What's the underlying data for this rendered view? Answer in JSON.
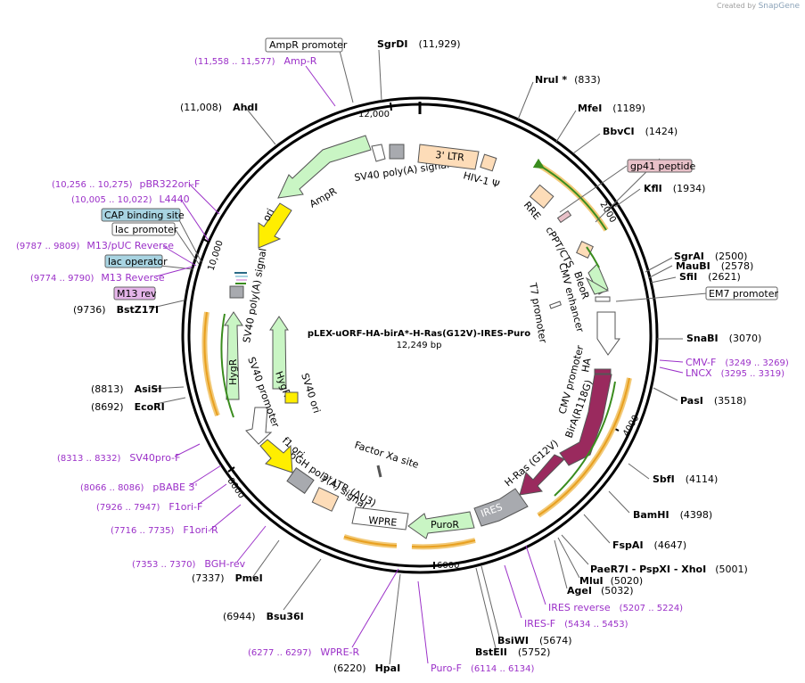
{
  "credit": {
    "prefix": "Created by",
    "brand": "SnapGene"
  },
  "plasmid": {
    "name": "pLEX-uORF-HA-birA*-H-Ras(G12V)-IRES-Puro",
    "length": "12,249 bp"
  },
  "ticks": [
    "2000",
    "4000",
    "6000",
    "8000",
    "10,000",
    "12,000"
  ],
  "sites": [
    {
      "name": "SgrDI",
      "pos": "(11,929)"
    },
    {
      "name": "NruI *",
      "pos": "(833)"
    },
    {
      "name": "MfeI",
      "pos": "(1189)"
    },
    {
      "name": "BbvCI",
      "pos": "(1424)"
    },
    {
      "name": "KflI",
      "pos": "(1934)"
    },
    {
      "name": "SgrAI",
      "pos": "(2500)"
    },
    {
      "name": "MauBI",
      "pos": "(2578)"
    },
    {
      "name": "SfiI",
      "pos": "(2621)"
    },
    {
      "name": "SnaBI",
      "pos": "(3070)"
    },
    {
      "name": "PasI",
      "pos": "(3518)"
    },
    {
      "name": "SbfI",
      "pos": "(4114)"
    },
    {
      "name": "BamHI",
      "pos": "(4398)"
    },
    {
      "name": "FspAI",
      "pos": "(4647)"
    },
    {
      "name": "PaeR7I",
      "pos": ""
    },
    {
      "name": "PspXI",
      "pos": ""
    },
    {
      "name": "XhoI",
      "pos": "(5001)"
    },
    {
      "name": "MluI",
      "pos": "(5020)"
    },
    {
      "name": "AgeI",
      "pos": "(5032)"
    },
    {
      "name": "BsiWI",
      "pos": "(5674)"
    },
    {
      "name": "BstEII",
      "pos": "(5752)"
    },
    {
      "name": "HpaI",
      "pos": "(6220)"
    },
    {
      "name": "Bsu36I",
      "pos": "(6944)"
    },
    {
      "name": "PmeI",
      "pos": "(7337)"
    },
    {
      "name": "EcoRI",
      "pos": "(8692)"
    },
    {
      "name": "AsiSI",
      "pos": "(8813)"
    },
    {
      "name": "BstZ17I",
      "pos": "(9736)"
    },
    {
      "name": "AhdI",
      "pos": "(11,008)"
    }
  ],
  "primers": [
    {
      "name": "Amp-R",
      "range": "(11,558 .. 11,577)"
    },
    {
      "name": "pBR322ori-F",
      "range": "(10,256 .. 10,275)"
    },
    {
      "name": "L4440",
      "range": "(10,005 .. 10,022)"
    },
    {
      "name": "M13/pUC Reverse",
      "range": "(9787 .. 9809)"
    },
    {
      "name": "M13 Reverse",
      "range": "(9774 .. 9790)"
    },
    {
      "name": "CMV-F",
      "range": "(3249 .. 3269)"
    },
    {
      "name": "LNCX",
      "range": "(3295 .. 3319)"
    },
    {
      "name": "IRES reverse",
      "range": "(5207 .. 5224)"
    },
    {
      "name": "IRES-F",
      "range": "(5434 .. 5453)"
    },
    {
      "name": "Puro-F",
      "range": "(6114 .. 6134)"
    },
    {
      "name": "WPRE-R",
      "range": "(6277 .. 6297)"
    },
    {
      "name": "BGH-rev",
      "range": "(7353 .. 7370)"
    },
    {
      "name": "F1ori-R",
      "range": "(7716 .. 7735)"
    },
    {
      "name": "F1ori-F",
      "range": "(7926 .. 7947)"
    },
    {
      "name": "pBABE 3'",
      "range": "(8066 .. 8086)"
    },
    {
      "name": "SV40pro-F",
      "range": "(8313 .. 8332)"
    }
  ],
  "boxed_labels": {
    "ampr_promoter": "AmpR promoter",
    "gp41": "gp41 peptide",
    "em7": "EM7 promoter",
    "cap": "CAP binding site",
    "lac_promoter": "lac promoter",
    "lac_operator": "lac operator",
    "m13rev": "M13 rev"
  },
  "features": {
    "ltr3": "3' LTR",
    "hiv": "HIV-1 Ψ",
    "rre": "RRE",
    "cppt": "cPPT/CTS",
    "bleor": "BleoR",
    "cmv_enh": "CMV enhancer",
    "t7": "T7 promoter",
    "cmv_prom": "CMV promoter",
    "ha": "HA",
    "bira": "BirA(R118G)",
    "hras": "H-Ras (G12V)",
    "ires": "IRES",
    "puror": "PuroR",
    "wpre": "WPRE",
    "ltr3du3": "3' LTR (ΔU3)",
    "factorxa": "Factor Xa site",
    "bgh": "bGH poly(A) signal",
    "f1": "f1 ori",
    "sv40prom": "SV40 promoter",
    "hygr_out": "HygR",
    "hygr_in": "HygR",
    "sv40ori": "SV40 ori",
    "sv40pa_left": "SV40 poly(A) signal",
    "ori": "ori",
    "ampr": "AmpR",
    "sv40pa_top": "SV40 poly(A) signal"
  },
  "colors": {
    "ring": "#000000",
    "primer": "#9b30c8",
    "orf_green": "#c9f5c4",
    "orf_magenta": "#9a2a5e",
    "ori_yellow": "#ffee00",
    "ltr_peach": "#fddcb8",
    "grey_box": "#a8aaaf",
    "orange_halo": "#e8a020",
    "dark_green": "#3a8c1e",
    "cap_fill": "#a8d4e2",
    "m13_fill": "#e4b4e8",
    "gp41_fill": "#e8c0c8"
  }
}
